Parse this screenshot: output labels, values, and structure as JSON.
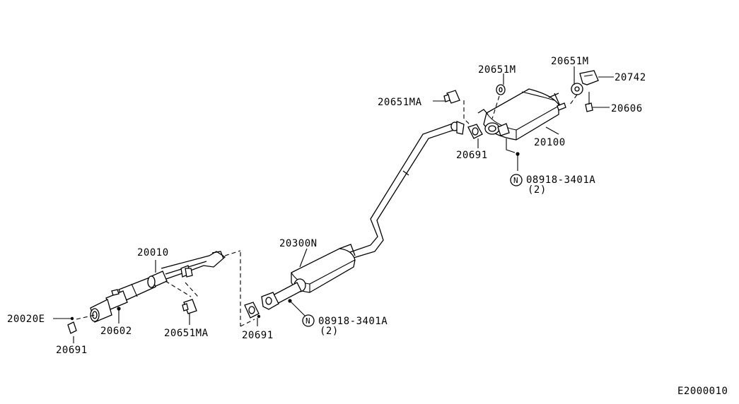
{
  "diagram_code": "E2000010",
  "callouts": {
    "p20010": "20010",
    "p20020e": "20020E",
    "p20691_a": "20691",
    "p20602": "20602",
    "p20651ma_a": "20651MA",
    "p20691_b": "20691",
    "p20300n": "20300N",
    "nut_a_symbol": "N",
    "nut_a_code": "08918-3401A",
    "nut_a_qty": "(2)",
    "p20651ma_b": "20651MA",
    "p20651m_a": "20651M",
    "p20651m_b": "20651M",
    "p20742": "20742",
    "p20606": "20606",
    "p20691_c": "20691",
    "p20100": "20100",
    "nut_b_symbol": "N",
    "nut_b_code": "08918-3401A",
    "nut_b_qty": "(2)"
  },
  "icons": [
    "exhaust-pipe-icon",
    "muffler-icon",
    "gasket-icon",
    "rubber-mount-icon",
    "bracket-icon",
    "nut-icon",
    "bolt-icon"
  ]
}
